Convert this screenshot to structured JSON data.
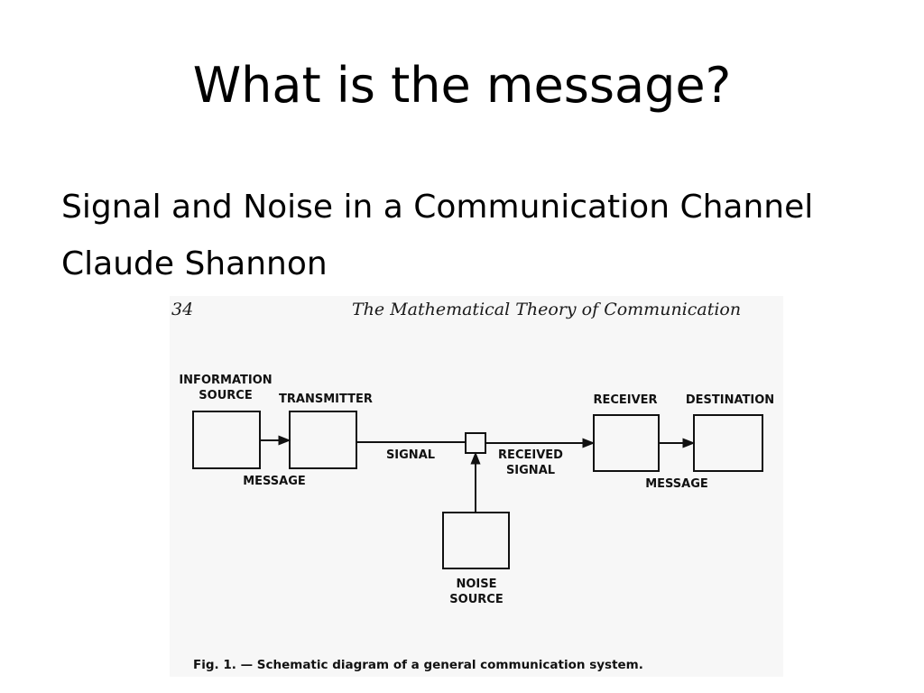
{
  "slide": {
    "title": "What is the message?",
    "bullets": [
      "Signal and Noise in a Communication Channel",
      "Claude Shannon"
    ]
  },
  "figure": {
    "page_number": "34",
    "page_header": "The Mathematical Theory of Communication",
    "labels": {
      "information_source_line1": "INFORMATION",
      "information_source_line2": "SOURCE",
      "transmitter": "TRANSMITTER",
      "receiver": "RECEIVER",
      "destination": "DESTINATION",
      "message_left": "MESSAGE",
      "signal": "SIGNAL",
      "received_signal_line1": "RECEIVED",
      "received_signal_line2": "SIGNAL",
      "message_right": "MESSAGE",
      "noise_source_line1": "NOISE",
      "noise_source_line2": "SOURCE"
    },
    "caption": "Fig. 1. — Schematic diagram of a general communication system."
  }
}
